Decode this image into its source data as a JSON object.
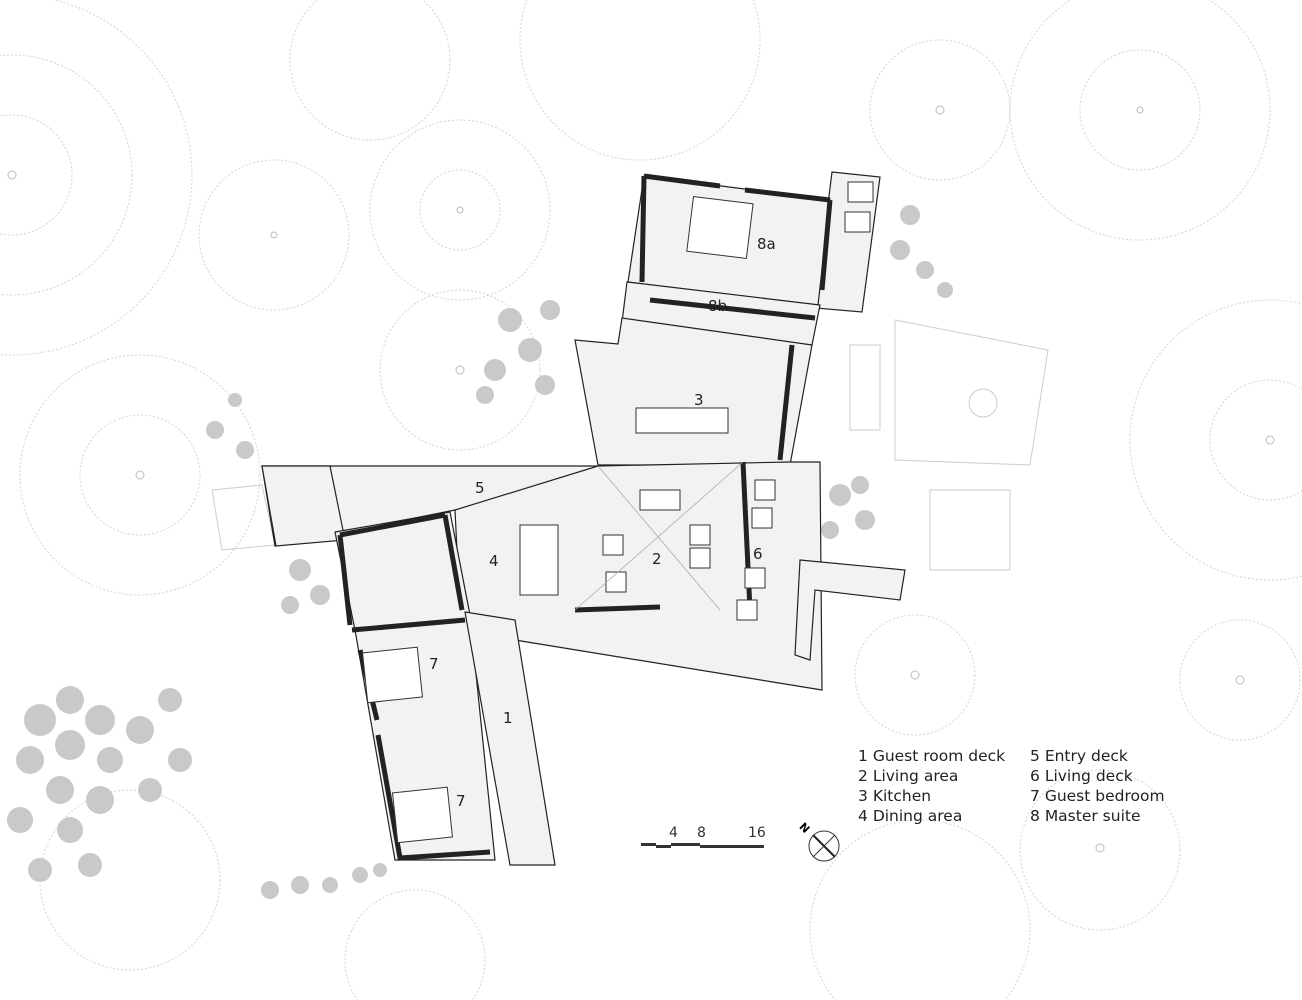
{
  "room_labels": {
    "r8a": "8a",
    "r8b": "8b",
    "r3": "3",
    "r5": "5",
    "r4": "4",
    "r2": "2",
    "r6": "6",
    "r7a": "7",
    "r1": "1",
    "r7b": "7"
  },
  "legend": {
    "left": [
      {
        "num": "1",
        "name": "Guest room deck"
      },
      {
        "num": "2",
        "name": "Living area"
      },
      {
        "num": "3",
        "name": "Kitchen"
      },
      {
        "num": "4",
        "name": "Dining area"
      }
    ],
    "right": [
      {
        "num": "5",
        "name": "Entry deck"
      },
      {
        "num": "6",
        "name": "Living deck"
      },
      {
        "num": "7",
        "name": "Guest bedroom"
      },
      {
        "num": "8",
        "name": "Master suite"
      }
    ]
  },
  "scale_bar": {
    "ticks": [
      "4",
      "8",
      "16"
    ]
  },
  "north_arrow": {
    "label": "N"
  },
  "colors": {
    "wall": "#222222",
    "floor": "#f2f2f2",
    "site": "#cccccc",
    "tree": "#bdbdbd"
  }
}
